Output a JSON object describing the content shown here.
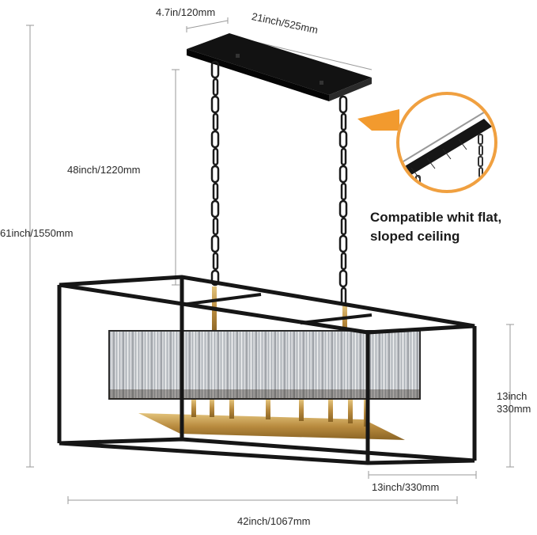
{
  "dimensions": {
    "canopy_width": "4.7in/120mm",
    "canopy_length": "21inch/525mm",
    "chain_length": "48inch/1220mm",
    "total_height": "61inch/1550mm",
    "frame_height_line1": "13inch",
    "frame_height_line2": "330mm",
    "frame_depth": "13inch/330mm",
    "frame_length": "42inch/1067mm"
  },
  "callout": {
    "line1": "Compatible whit flat,",
    "line2": "sloped ceiling"
  },
  "colors": {
    "frame": "#1a1a1a",
    "brass": "#b88a3e",
    "crystal": "#c9ccd1",
    "callout_circle": "#f0a040",
    "dimension_line": "#9a9a9a"
  }
}
